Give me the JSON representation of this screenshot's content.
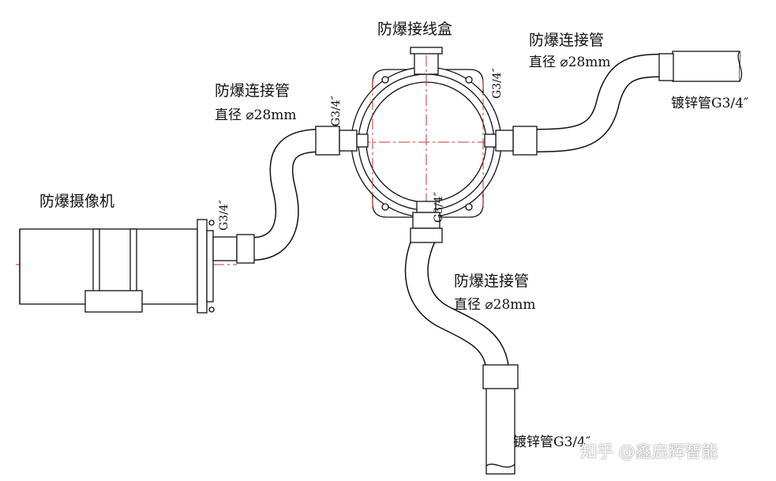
{
  "labels": {
    "junction_box": "防爆接线盒",
    "connector_top_right": "防爆连接管",
    "diameter_top_right": "直径 ⌀28mm",
    "connector_left": "防爆连接管",
    "diameter_left": "直径 ⌀28mm",
    "connector_bottom": "防爆连接管",
    "diameter_bottom": "直径 ⌀28mm",
    "camera": "防爆摄像机",
    "galvanized_right": "镀锌管G3/4″",
    "galvanized_bottom": "镀锌管G3/4″",
    "thread_left": "G3/4″",
    "thread_right": "G3/4″",
    "thread_camera": "G3/4″",
    "thread_bottom": "G3/4″"
  },
  "watermark": "知乎 @鑫启辉智能"
}
